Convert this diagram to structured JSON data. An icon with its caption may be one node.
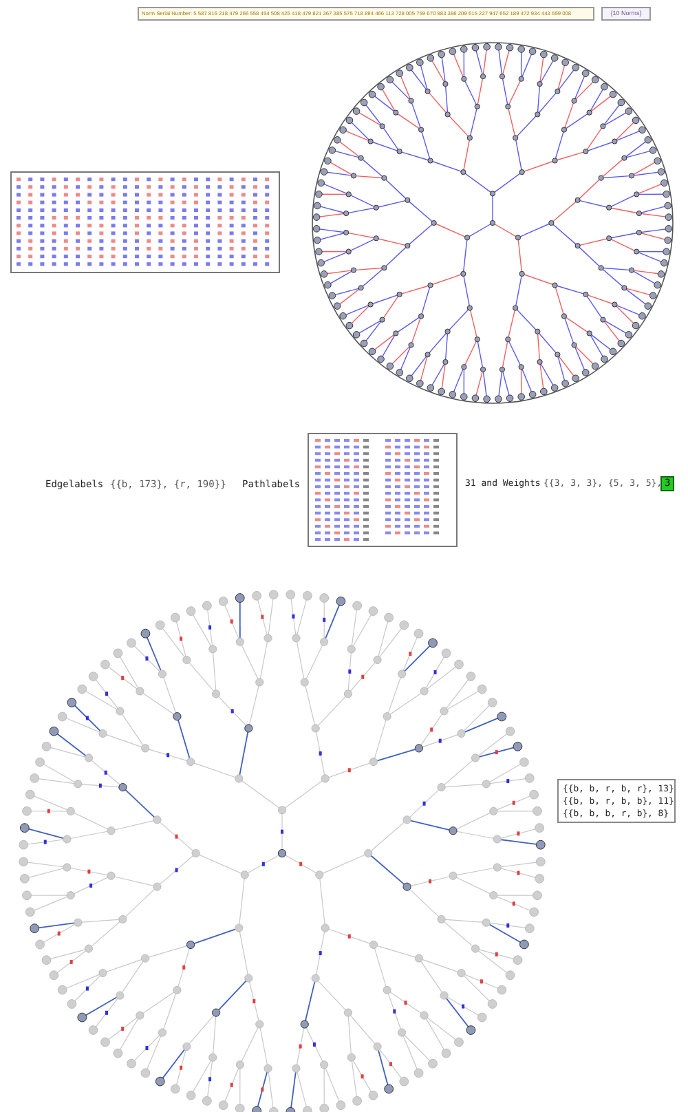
{
  "diagram": {
    "labels": [
      "Norm Serial Number: 5 587 816 218 479 266 558 454 508 425 418 479 821 367 385 575 718 894 466 113 728 005 759 670 883 386 209 615 227 947 652 189 472 934 443 559 008",
      "{10 Norms}",
      "Edgelabels",
      "{{b, 173}, {r, 190}}",
      "Pathlabels",
      "31 and Weights",
      "{{3, 3, 3}, {5, 3, 5},",
      "3",
      "{{b, b, r, b, r}, 13}",
      "{{b, b, r, b, b}, 11}",
      "{{b, b, b, r, b}, 8}"
    ]
  }
}
